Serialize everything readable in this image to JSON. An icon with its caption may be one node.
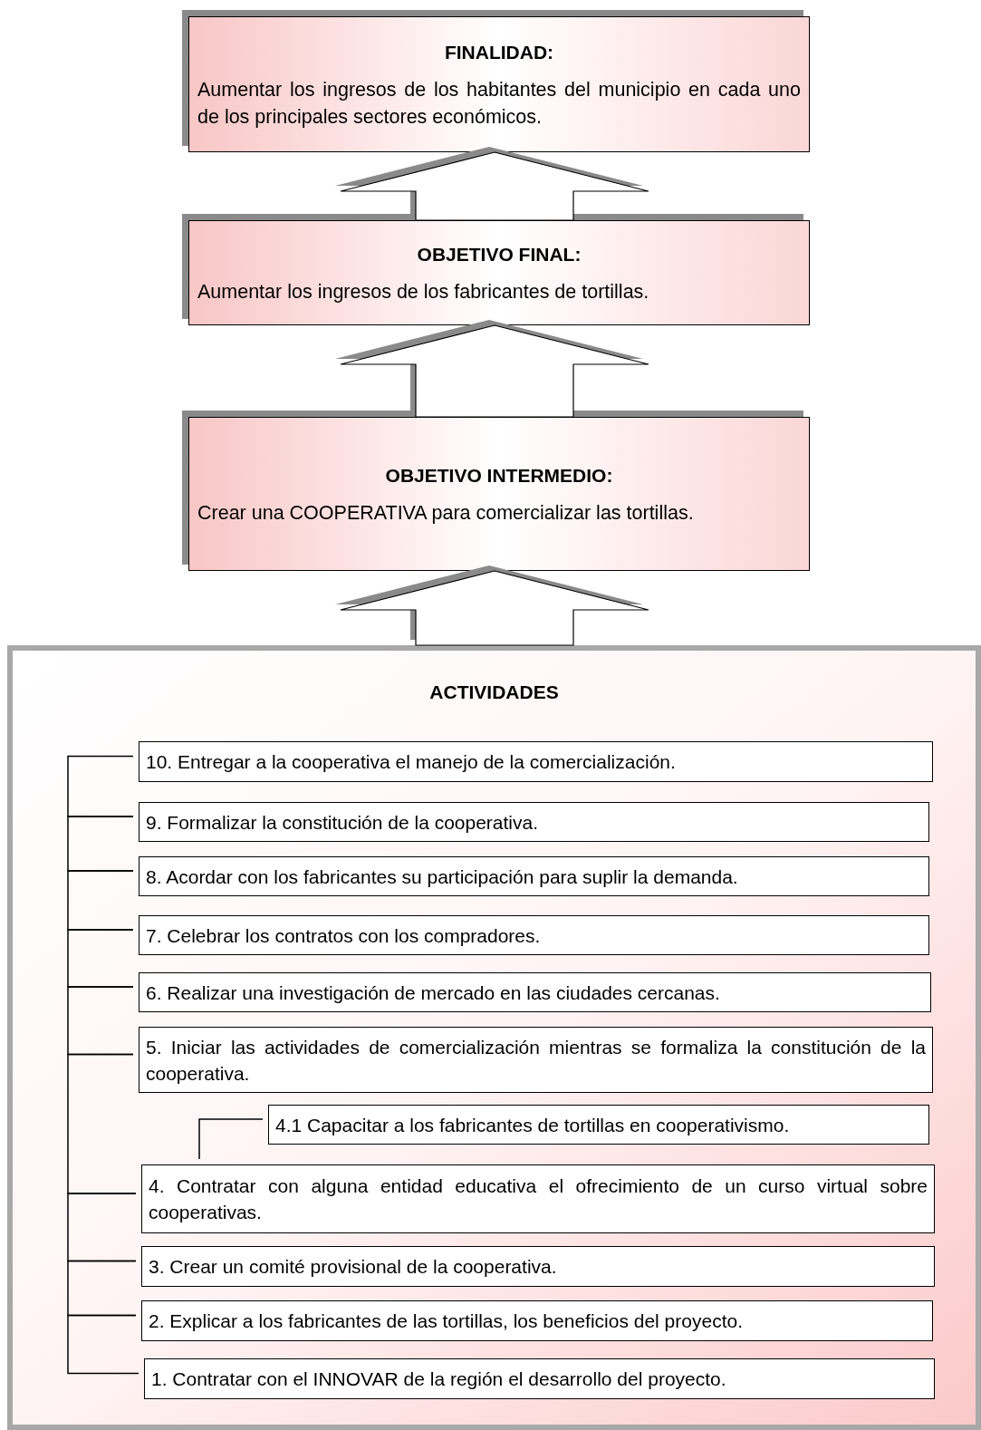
{
  "diagram": {
    "nodes": [
      {
        "text": [
          "FINALIDAD:",
          "Aumentar los ingresos de los habitantes del municipio en cada uno de los principales sectores económicos."
        ]
      },
      {
        "text": [
          "OBJETIVO FINAL:",
          "Aumentar los ingresos de los fabricantes de tortillas."
        ]
      },
      {
        "text": [
          "OBJETIVO INTERMEDIO:",
          "Crear una COOPERATIVA para comercializar las tortillas."
        ]
      },
      {
        "text": [
          "ACTIVIDADES"
        ]
      },
      {
        "text": [
          "10. Entregar a la cooperativa el manejo de la comercialización."
        ],
        "in": 3
      },
      {
        "text": [
          "9. Formalizar la constitución de la cooperativa."
        ],
        "in": 3
      },
      {
        "text": [
          "8. Acordar con los fabricantes su participación para suplir la demanda."
        ],
        "in": 3
      },
      {
        "text": [
          "7. Celebrar los contratos con los compradores."
        ],
        "in": 3
      },
      {
        "text": [
          "6. Realizar una investigación de mercado en las ciudades cercanas."
        ],
        "in": 3
      },
      {
        "text": [
          "5. Iniciar las actividades de comercialización mientras se formaliza la constitución de la cooperativa."
        ],
        "in": 3
      },
      {
        "text": [
          "4.1 Capacitar a los fabricantes de tortillas en cooperativismo."
        ],
        "in": 3
      },
      {
        "text": [
          "4. Contratar con alguna entidad educativa el ofrecimiento de un curso virtual sobre cooperativas."
        ],
        "in": 3
      },
      {
        "text": [
          "3. Crear un comité provisional de la cooperativa."
        ],
        "in": 3
      },
      {
        "text": [
          "2. Explicar a los fabricantes de las tortillas, los beneficios del proyecto."
        ],
        "in": 3
      },
      {
        "text": [
          "1. Contratar con el INNOVAR de la región el desarrollo del proyecto."
        ],
        "in": 3
      }
    ],
    "edges": [
      {
        "from": 1,
        "to": 0,
        "arrow": "to",
        "style": "thick"
      },
      {
        "from": 2,
        "to": 1,
        "arrow": "to",
        "style": "thick"
      },
      {
        "from": 3,
        "to": 2,
        "arrow": "to",
        "style": "thick"
      },
      {
        "from": 14,
        "to": 13,
        "arrow": "none"
      },
      {
        "from": 13,
        "to": 12,
        "arrow": "none"
      },
      {
        "from": 12,
        "to": 11,
        "arrow": "none"
      },
      {
        "from": 11,
        "to": 9,
        "arrow": "none"
      },
      {
        "from": 9,
        "to": 8,
        "arrow": "none"
      },
      {
        "from": 8,
        "to": 7,
        "arrow": "none"
      },
      {
        "from": 7,
        "to": 6,
        "arrow": "none"
      },
      {
        "from": 6,
        "to": 5,
        "arrow": "none"
      },
      {
        "from": 5,
        "to": 4,
        "arrow": "none"
      },
      {
        "from": 10,
        "to": 11,
        "arrow": "none"
      }
    ]
  }
}
